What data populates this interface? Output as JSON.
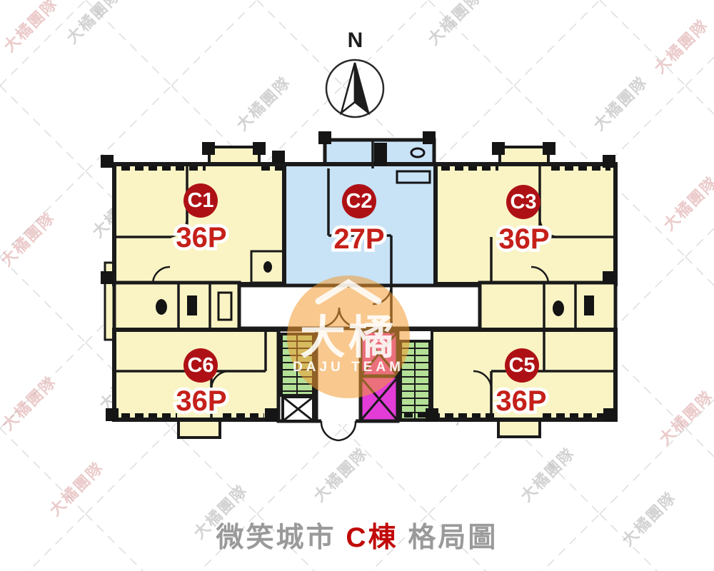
{
  "title": {
    "prefix": "微笑城市",
    "building": "C棟",
    "suffix": "格局圖"
  },
  "compass": {
    "label": "N"
  },
  "watermark": {
    "text": "大橘團隊",
    "logo_chars": "大橘",
    "logo_subtext": "DAJU TEAM"
  },
  "units": [
    {
      "id": "C1",
      "size": "36P"
    },
    {
      "id": "C2",
      "size": "27P"
    },
    {
      "id": "C3",
      "size": "36P"
    },
    {
      "id": "C6",
      "size": "36P"
    },
    {
      "id": "C5",
      "size": "36P"
    }
  ],
  "colors": {
    "unit_yellow": "#FAF4C5",
    "unit_blue": "#C8E2F6",
    "elevator_magenta": "#E33CD7",
    "stair_green": "#B3E096",
    "badge_red": "#AE1115",
    "size_label_red": "#C5201A",
    "logo_orange": "#F39B31",
    "title_gray": "#9A9A9A",
    "title_red": "#C10909",
    "wall_black": "#1A1A1A"
  }
}
